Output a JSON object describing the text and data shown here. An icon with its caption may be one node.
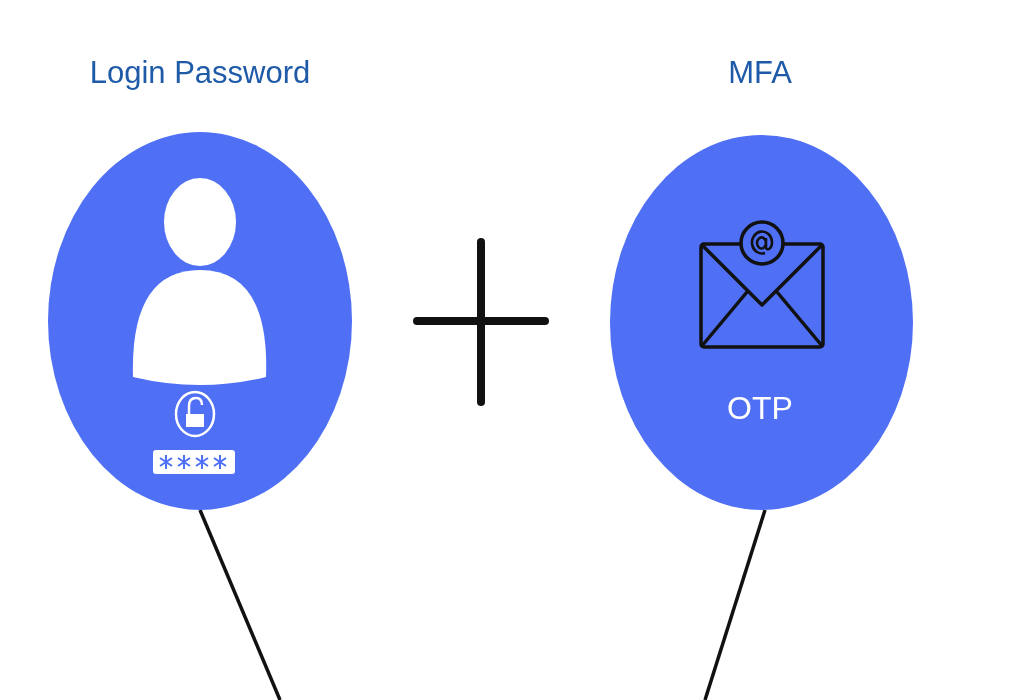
{
  "diagram": {
    "nodes": [
      {
        "text": [
          "Login Password"
        ]
      },
      {
        "text": [
          "MFA",
          "OTP"
        ]
      }
    ],
    "edges": [
      {
        "from": 0,
        "to": null,
        "arrow": "none"
      },
      {
        "from": 1,
        "to": null,
        "arrow": "none"
      }
    ]
  }
}
